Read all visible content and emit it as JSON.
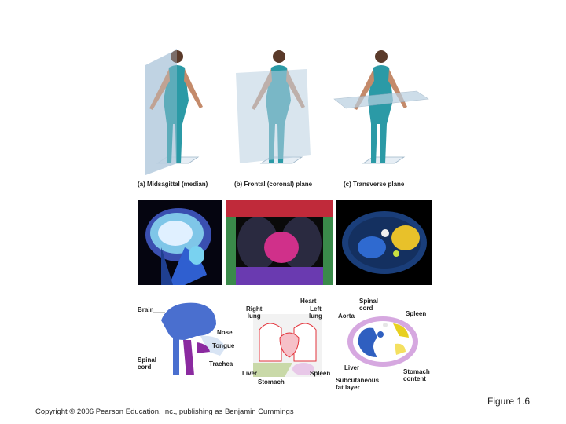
{
  "panels": [
    {
      "caption": "(a) Midsagittal (median)"
    },
    {
      "caption": "(b) Frontal (coronal) plane"
    },
    {
      "caption": "(c) Transverse plane"
    }
  ],
  "labels_a": {
    "brain": "Brain",
    "nose": "Nose",
    "tongue": "Tongue",
    "spinal_cord_l1": "Spinal",
    "spinal_cord_l2": "cord",
    "trachea": "Trachea"
  },
  "labels_b": {
    "heart": "Heart",
    "right_lung_l1": "Right",
    "right_lung_l2": "lung",
    "left_lung_l1": "Left",
    "left_lung_l2": "lung",
    "liver": "Liver",
    "stomach": "Stomach",
    "spleen": "Spleen"
  },
  "labels_c": {
    "spinal_cord_l1": "Spinal",
    "spinal_cord_l2": "cord",
    "aorta": "Aorta",
    "spleen": "Spleen",
    "liver": "Liver",
    "stomach_content_l1": "Stomach",
    "stomach_content_l2": "content",
    "subcutaneous_l1": "Subcutaneous",
    "subcutaneous_l2": "fat layer"
  },
  "footer": {
    "copyright": "Copyright © 2006 Pearson Education, Inc., publishing as Benjamin Cummings",
    "figure": "Figure 1.6"
  },
  "colors": {
    "bodysuit": "#2b9aa6",
    "plane": "#b9cfe0",
    "brain_blue": "#4a6fcf",
    "tongue_purple": "#8b2aa0",
    "heart_red": "#e3333b"
  }
}
